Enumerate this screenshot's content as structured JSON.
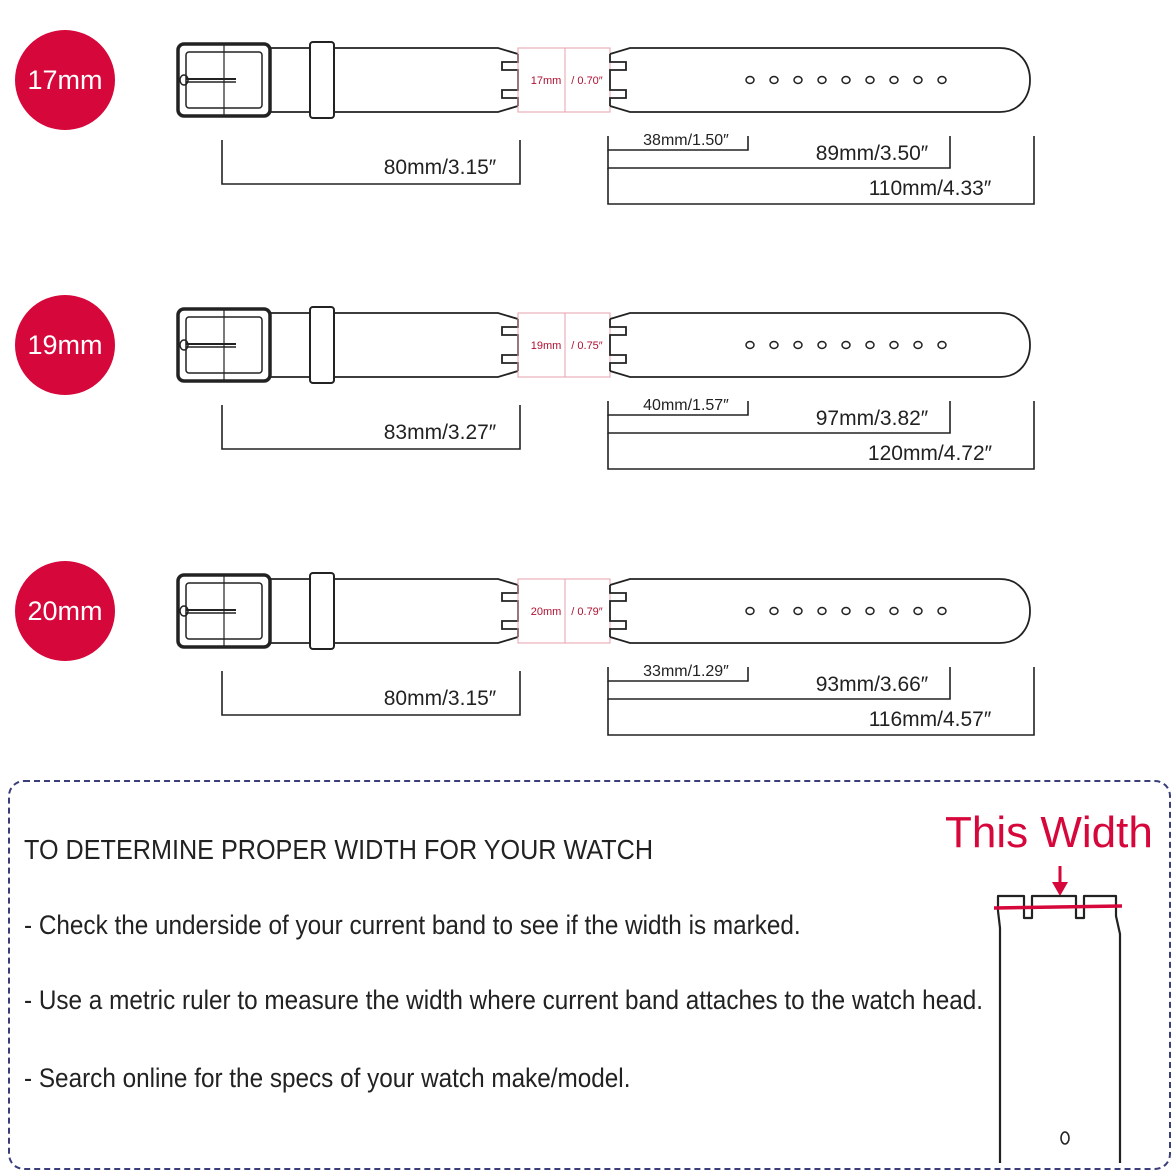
{
  "colors": {
    "badge": "#d6073a",
    "highlight": "#d6073a",
    "ink": "#222222",
    "measure_ink": "#b01030",
    "guide_border": "#3a3f7a"
  },
  "straps": [
    {
      "size_badge": "17mm",
      "lug_width_mm": "17mm",
      "lug_width_in": "/ 0.70″",
      "buckle_side_length": "80mm/3.15″",
      "tip_to_first_hole": "38mm/1.50″",
      "tip_to_last_hole": "89mm/3.50″",
      "tail_total_length": "110mm/4.33″",
      "hole_count": 9
    },
    {
      "size_badge": "19mm",
      "lug_width_mm": "19mm",
      "lug_width_in": "/ 0.75″",
      "buckle_side_length": "83mm/3.27″",
      "tip_to_first_hole": "40mm/1.57″",
      "tip_to_last_hole": "97mm/3.82″",
      "tail_total_length": "120mm/4.72″",
      "hole_count": 9
    },
    {
      "size_badge": "20mm",
      "lug_width_mm": "20mm",
      "lug_width_in": "/ 0.79″",
      "buckle_side_length": "80mm/3.15″",
      "tip_to_first_hole": "33mm/1.29″",
      "tip_to_last_hole": "93mm/3.66″",
      "tail_total_length": "116mm/4.57″",
      "hole_count": 9
    }
  ],
  "guide": {
    "heading": "TO DETERMINE PROPER WIDTH FOR YOUR WATCH",
    "tips": [
      "- Check the underside of your current band to see if the width is marked.",
      "- Use a metric ruler to measure the width where current band attaches to the watch head.",
      "- Search online for the specs of your watch make/model."
    ],
    "width_callout": "This Width"
  }
}
